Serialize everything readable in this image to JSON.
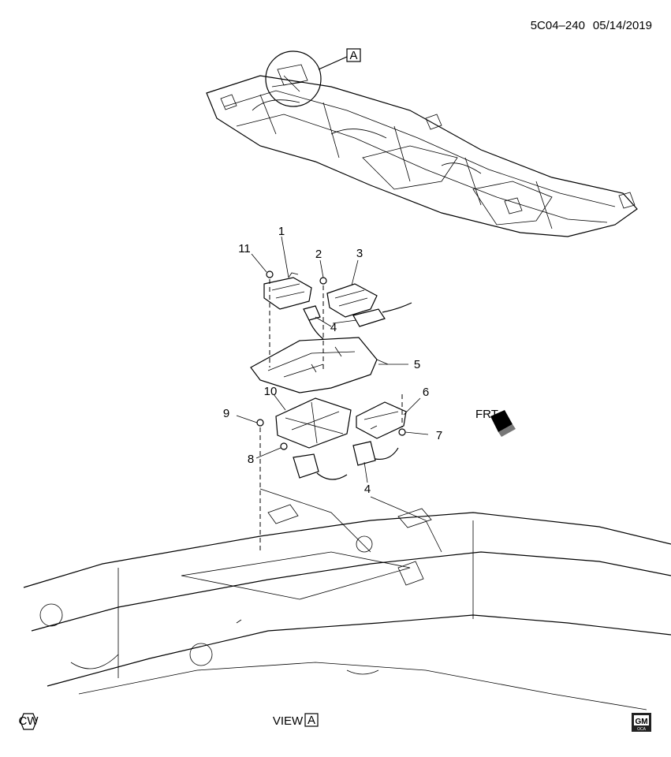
{
  "header": {
    "doc_id": "5C04–240",
    "date": "05/14/2019"
  },
  "view_tag": "A",
  "view_label": "VIEW",
  "front_arrow": "FRT",
  "cw_symbol": "CW",
  "gm_logo": {
    "top": "GM",
    "bottom": "OCA"
  },
  "callouts": [
    "1",
    "2",
    "3",
    "11",
    "4",
    "5",
    "10",
    "6",
    "9",
    "7",
    "8",
    "4"
  ]
}
